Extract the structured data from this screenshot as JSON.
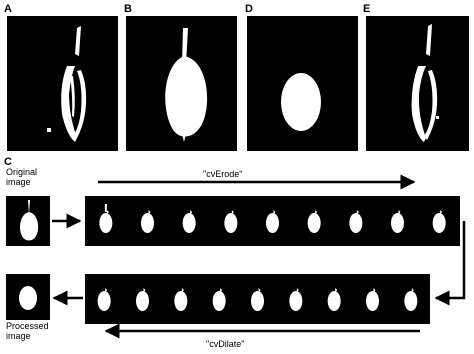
{
  "panels": {
    "a_label": "A",
    "b_label": "B",
    "d_label": "D",
    "e_label": "E",
    "c_label": "C"
  },
  "flow": {
    "original_label_line1": "Original",
    "original_label_line2": "image",
    "erode_label": "\"cvErode\"",
    "dilate_label": "\"cvDilate\"",
    "processed_label_line1": "Processed",
    "processed_label_line2": "image",
    "erode_steps": 9,
    "dilate_steps": 9
  }
}
